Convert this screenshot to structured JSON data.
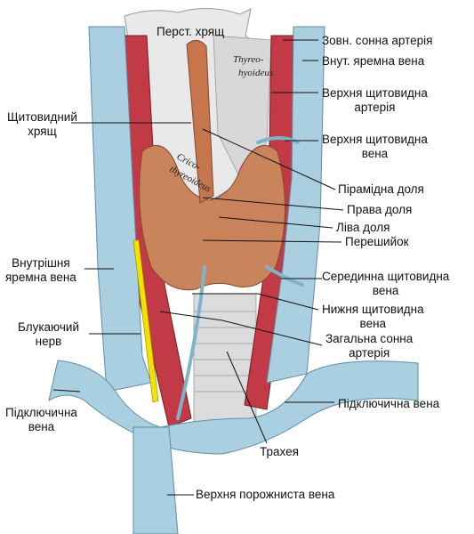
{
  "labels": {
    "cricoid_cartilage": "Перст. хрящ",
    "external_carotid": "Зовн. сонна артерія",
    "internal_jugular_right_side": "Внут. яремна вена",
    "superior_thyroid_artery": "Верхня щитовидна\nартерія",
    "superior_thyroid_vein": "Верхня щитовидна\nвена",
    "thyroid_cartilage": "Щитовидний\nхрящ",
    "pyramidal_lobe": "Пірамідна доля",
    "right_lobe": "Права доля",
    "left_lobe": "Ліва доля",
    "isthmus": "Перешийок",
    "internal_jugular_left_side": "Внутрішня\nяремна вена",
    "middle_thyroid_vein": "Серединна щитовидна\nвена",
    "inferior_thyroid_vein": "Нижня щитовидна\nвена",
    "vagus_nerve": "Блукаючий\nнерв",
    "common_carotid": "Загальна сонна\nартерія",
    "subclavian_vein_left_side": "Підключична\nвена",
    "subclavian_vein_right_side": "Підключична вена",
    "trachea": "Трахея",
    "superior_vena_cava": "Верхня порожниста вена"
  },
  "muscle_labels": {
    "thyrohyoid_line1": "Thyreo-",
    "thyrohyoid_line2": "hyoideus",
    "cricothyroid_line1": "Crico-",
    "cricothyroid_line2": "thyreoideus"
  },
  "colors": {
    "vein": "#a9cfe0",
    "vein_dark": "#6aa3bf",
    "artery": "#c23a45",
    "thyroid": "#c9845c",
    "cartilage": "#ececec",
    "nerve": "#f2e200"
  }
}
